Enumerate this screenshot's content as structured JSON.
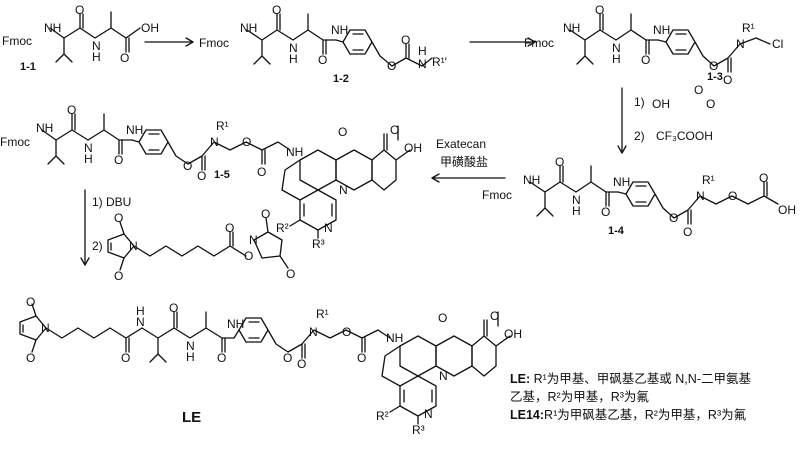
{
  "compounds": {
    "c1_1": "1-1",
    "c1_2": "1-2",
    "c1_3": "1-3",
    "c1_4": "1-4",
    "c1_5": "1-5",
    "le": "LE"
  },
  "groups": {
    "fmoc": "Fmoc",
    "r1": "R¹",
    "r1p": "R¹'",
    "r2": "R²",
    "r3": "R³",
    "cl": "Cl",
    "oh": "OH",
    "h": "H",
    "n": "N",
    "o": "O",
    "nh": "NH"
  },
  "reagents": {
    "step3_1": "1)",
    "step3_2": "2)",
    "cf3cooh": "CF₃COOH",
    "exatecan": "Exatecan",
    "mesylate": "甲磺酸盐",
    "dbu": "1) DBU",
    "step5_2": "2)"
  },
  "legend": {
    "le_head": "LE:",
    "le_text1": " R¹为甲基、甲砜基乙基或 N,N-二甲氨基",
    "le_text2": "乙基，R²为甲基，R³为氟",
    "le14_head": "LE14:",
    "le14_text": "R¹为甲砜基乙基，R²为甲基，R³为氟"
  }
}
